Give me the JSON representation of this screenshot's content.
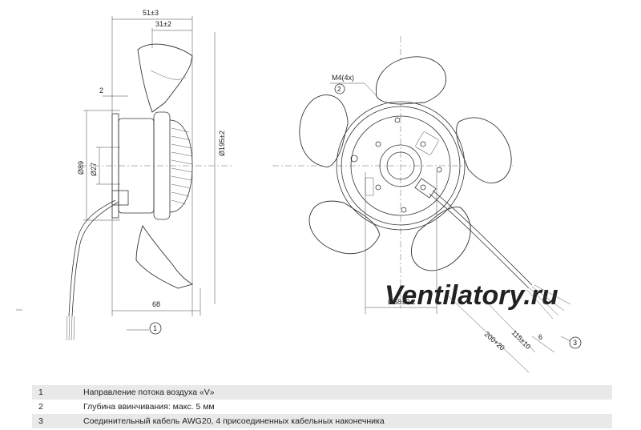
{
  "dimensions": {
    "d51": "51±3",
    "d31": "31±2",
    "d2": "2",
    "d195": "Ø195±2",
    "d89": "Ø89",
    "d27": "Ø27",
    "d68": "68",
    "m4": "M4(4x)",
    "d58": "Ø58±0.2",
    "d200": "200+20",
    "d115": "115±10",
    "d6": "6"
  },
  "callouts": {
    "c1": "1",
    "c2": "2",
    "c3": "3"
  },
  "watermark": "Ventilatory.ru",
  "legend": [
    {
      "num": "1",
      "text": "Направление потока воздуха «V»"
    },
    {
      "num": "2",
      "text": "Глубина ввинчивания: макс. 5 мм"
    },
    {
      "num": "3",
      "text": "Соединительный кабель AWG20, 4 присоединенных кабельных наконечника"
    }
  ]
}
